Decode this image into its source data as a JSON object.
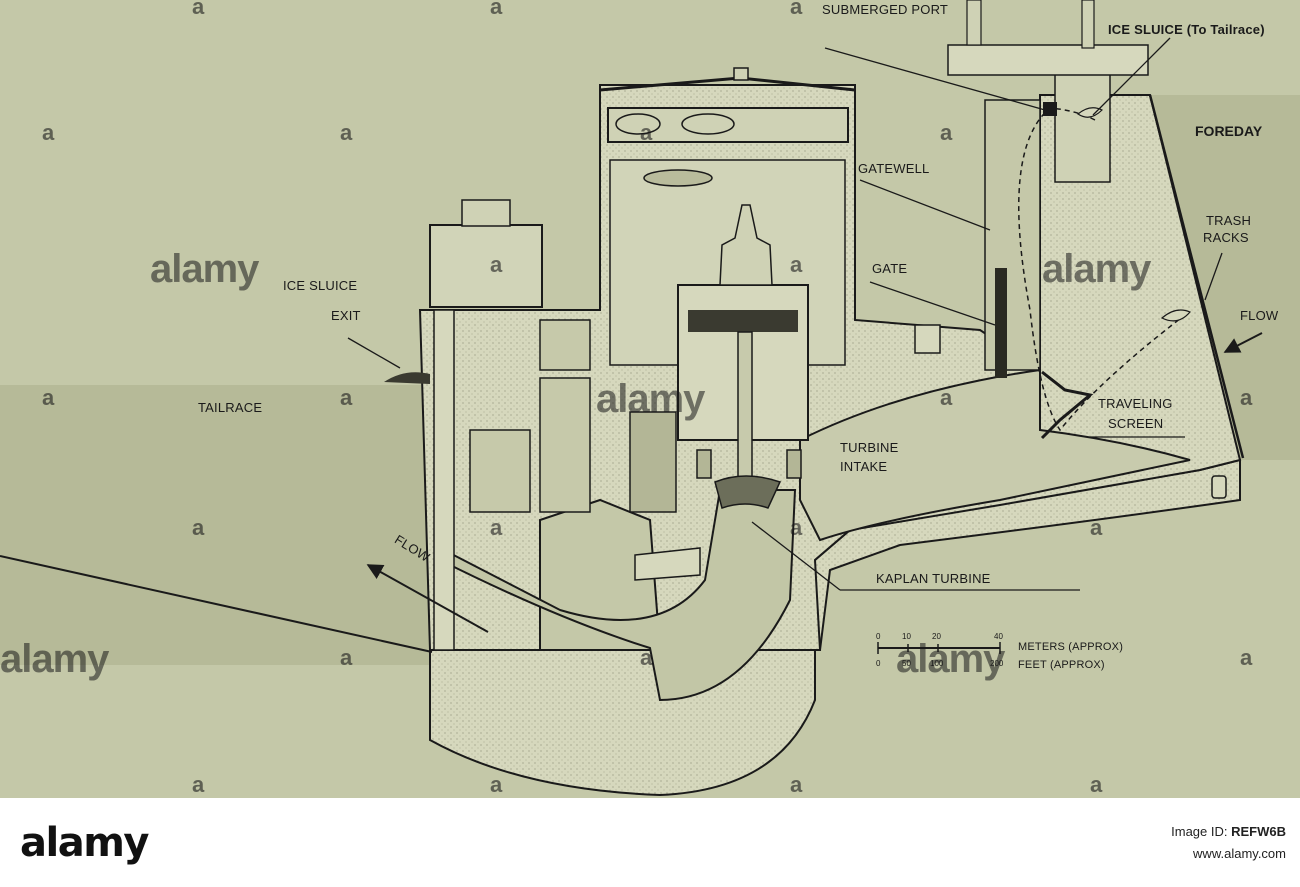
{
  "labels": {
    "submerged_port": "SUBMERGED PORT",
    "ice_sluice_top": "ICE SLUICE (To Tailrace)",
    "foreday": "FOREDAY",
    "gatewell": "GATEWELL",
    "trash_racks": "TRASH RACKS",
    "gate": "GATE",
    "flow_right": "FLOW",
    "ice_sluice_exit_1": "ICE SLUICE",
    "ice_sluice_exit_2": "EXIT",
    "traveling_screen_1": "TRAVELING",
    "traveling_screen_2": "SCREEN",
    "tailrace": "TAILRACE",
    "turbine_intake_1": "TURBINE",
    "turbine_intake_2": "INTAKE",
    "flow_left": "FLOW",
    "kaplan_turbine": "KAPLAN TURBINE",
    "scale_meters": "METERS (APPROX)",
    "scale_feet": "FEET (APPROX)",
    "scale_m_ticks": [
      "0",
      "10",
      "20",
      "40"
    ],
    "scale_ft_ticks": [
      "0",
      "50",
      "100",
      "200"
    ]
  },
  "watermark": {
    "text": "alamy",
    "letter": "a"
  },
  "footer": {
    "logo": "alamy",
    "image_id_label": "Image ID:",
    "image_id": "REFW6B",
    "site": "www.alamy.com"
  },
  "colors": {
    "background": "#c4c8a8",
    "concrete": "#d9dbc3",
    "water": "#b8bc9a",
    "ink": "#1a1a1a",
    "footer": "#ffffff"
  }
}
